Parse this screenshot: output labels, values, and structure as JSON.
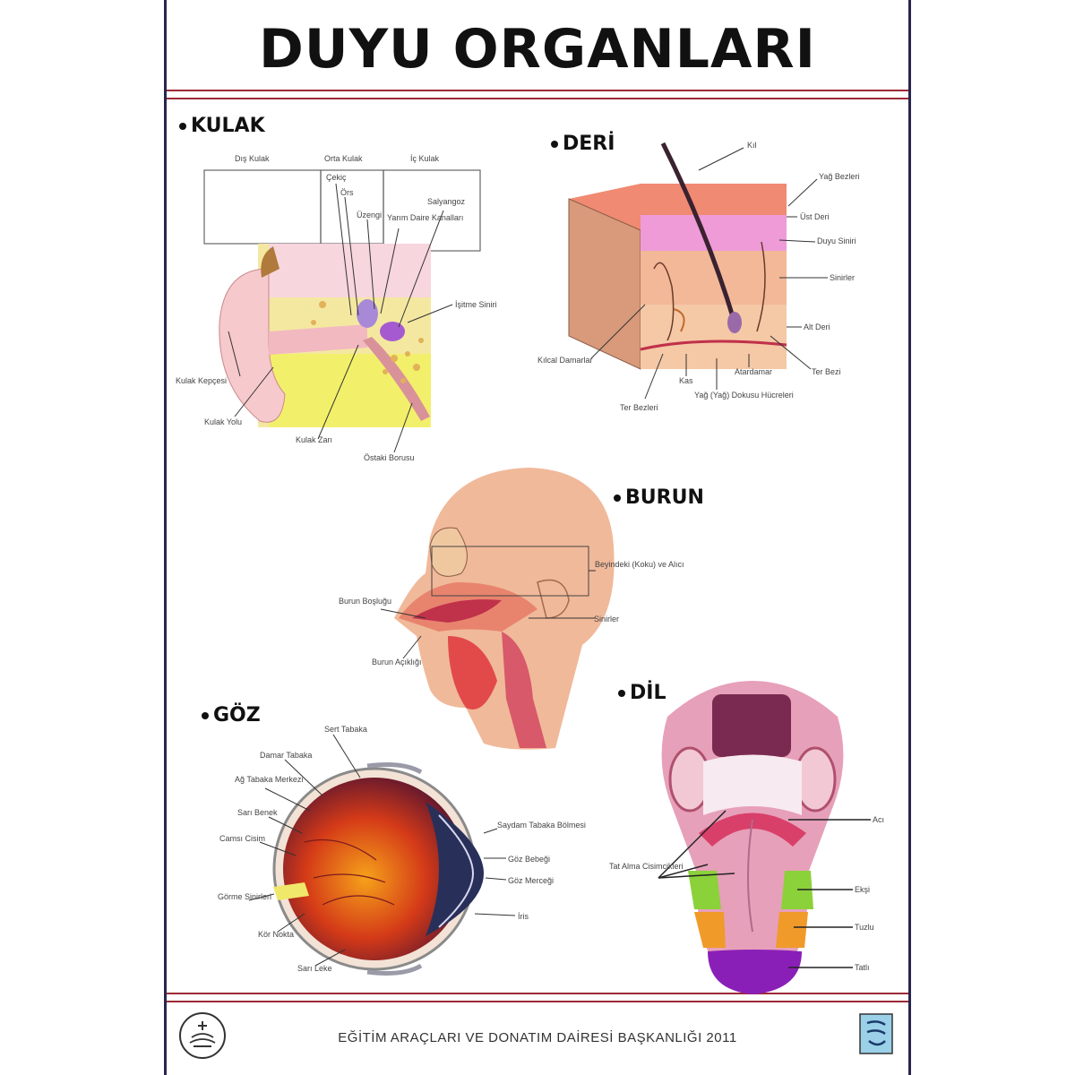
{
  "title": "DUYU ORGANLARI",
  "sections": {
    "kulak": {
      "heading": "KULAK",
      "labels": {
        "outer_ear": "Dış Kulak",
        "middle_ear": "Orta Kulak",
        "inner_ear": "İç Kulak",
        "ossicles": "Çekiç",
        "ors": "Örs",
        "uzengi": "Üzengi",
        "canals": "Yarım Daire Kanalları",
        "cochlea": "Salyangoz",
        "nerve": "İşitme Siniri",
        "pinna": "Kulak Kepçesi",
        "canal": "Kulak Yolu",
        "eardrum": "Kulak Zarı",
        "eustachian": "Östaki Borusu"
      }
    },
    "deri": {
      "heading": "DERİ",
      "labels": {
        "hair": "Kıl",
        "oil_gland": "Yağ Bezleri",
        "epidermis": "Üst Deri",
        "sensory_nerve": "Duyu Siniri",
        "nerves": "Sinirler",
        "dermis": "Alt Deri",
        "sweat_gland": "Ter Bezi",
        "capillary": "Kılcal Damarlar",
        "muscle": "Kas",
        "arteries": "Atardamar",
        "fat": "Yağ (Yağ) Dokusu Hücreleri",
        "sweat_duct": "Ter Bezleri"
      }
    },
    "burun": {
      "heading": "BURUN",
      "labels": {
        "brain": "Beyindeki (Koku) ve Alıcı",
        "nasal_cavity": "Burun Boşluğu",
        "nerves": "Sinirler",
        "nostril": "Burun Açıklığı"
      }
    },
    "goz": {
      "heading": "GÖZ",
      "labels": {
        "sclera": "Sert Tabaka",
        "choroid": "Damar Tabaka",
        "retina": "Ağ Tabaka Merkezi",
        "blind_spot": "Sarı Benek",
        "vitreous": "Camsı Cisim",
        "optic_nerve": "Görme Sinirleri",
        "lens_muscle": "Kör Nokta",
        "aqueous": "Saydam Tabaka Bölmesi",
        "iris": "Göz Bebeği",
        "lens": "Göz Merceği",
        "cornea": "İris",
        "blood": "Sarı Leke"
      }
    },
    "dil": {
      "heading": "DİL",
      "labels": {
        "papillae": "Tat Alma Cisimcikleri",
        "bitter": "Acı",
        "sour": "Ekşi",
        "salty": "Tuzlu",
        "sweet": "Tatlı"
      }
    }
  },
  "footer": "EĞİTİM ARAÇLARI VE DONATIM DAİRESİ BAŞKANLIĞI 2011",
  "colors": {
    "frame": "#2a2450",
    "band": "#9b2a35",
    "skin": "#e9b48a",
    "ear_yellow": "#f2f06a",
    "tongue_pink": "#e7a0b9",
    "taste_green": "#8bd13a",
    "taste_orange": "#f09a2a",
    "taste_purple": "#8a1fb8"
  }
}
